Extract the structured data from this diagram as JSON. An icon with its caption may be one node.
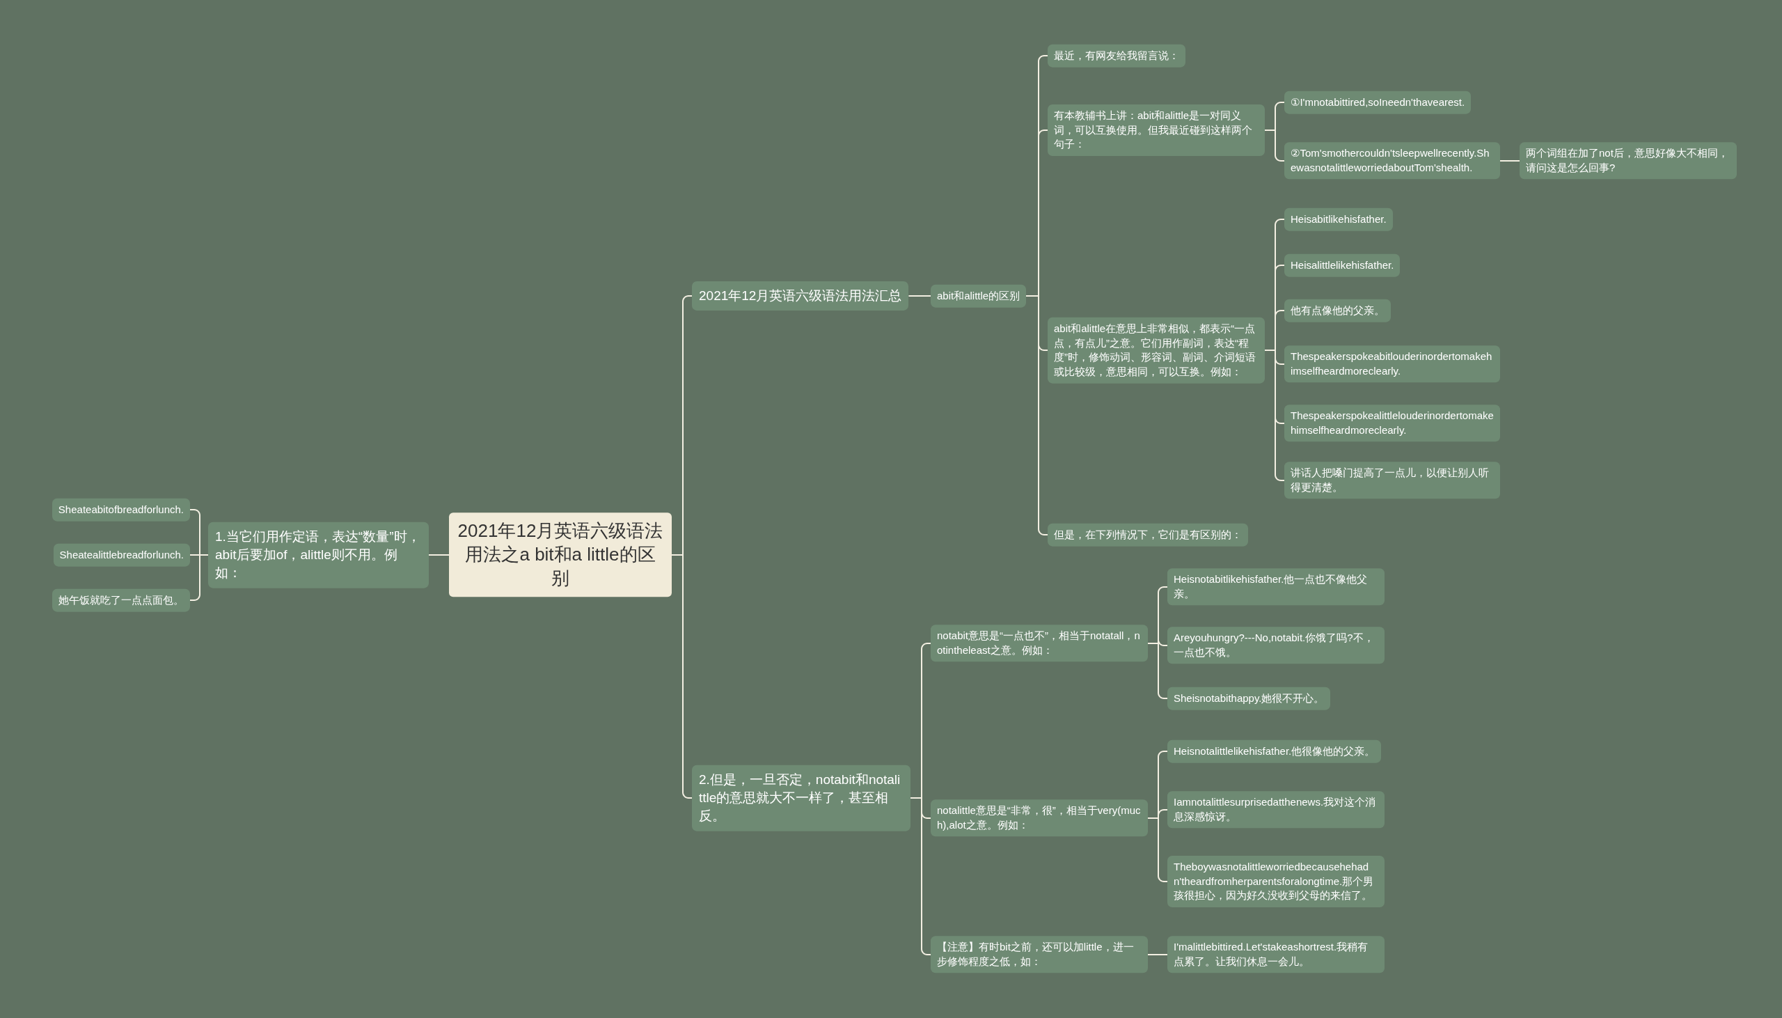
{
  "diagram": {
    "nodes": [
      {
        "text": [
          "2021年12月英语六级语法用法之a bit和a little的区别"
        ]
      },
      {
        "text": [
          "1.当它们用作定语，表达“数量”时，abit后要加of，alittle则不用。例如："
        ]
      },
      {
        "text": [
          "Sheateabitofbreadforlunch."
        ]
      },
      {
        "text": [
          "Sheatealittlebreadforlunch."
        ]
      },
      {
        "text": [
          "她午饭就吃了一点点面包。"
        ]
      },
      {
        "text": [
          "2021年12月英语六级语法用法汇总"
        ]
      },
      {
        "text": [
          "abit和alittle的区别"
        ]
      },
      {
        "text": [
          "最近，有网友给我留言说："
        ]
      },
      {
        "text": [
          "有本教辅书上讲：abit和alittle是一对同义词，可以互换使用。但我最近碰到这样两个句子："
        ]
      },
      {
        "text": [
          "①I'mnotabittired,soIneedn'thavearest."
        ]
      },
      {
        "text": [
          "②Tom'smothercouldn'tsleepwellrecently.ShewasnotalittleworriedaboutTom'shealth."
        ]
      },
      {
        "text": [
          "两个词组在加了not后，意思好像大不相同，请问这是怎么回事?"
        ]
      },
      {
        "text": [
          "abit和alittle在意思上非常相似，都表示“一点点，有点儿”之意。它们用作副词，表达“程度”时，修饰动词、形容词、副词、介词短语或比较级，意思相同，可以互换。例如："
        ]
      },
      {
        "text": [
          "Heisabitlikehisfather."
        ]
      },
      {
        "text": [
          "Heisalittlelikehisfather."
        ]
      },
      {
        "text": [
          "他有点像他的父亲。"
        ]
      },
      {
        "text": [
          "Thespeakerspokeabitlouderinordertomakehimselfheardmoreclearly."
        ]
      },
      {
        "text": [
          "Thespeakerspokealittlelouderinordertomakehimselfheardmoreclearly."
        ]
      },
      {
        "text": [
          "讲话人把嗓门提高了一点儿，以便让别人听得更清楚。"
        ]
      },
      {
        "text": [
          "但是，在下列情况下，它们是有区别的："
        ]
      },
      {
        "text": [
          "2.但是，一旦否定，notabit和notalittle的意思就大不一样了，甚至相反。"
        ]
      },
      {
        "text": [
          "notabit意思是“一点也不”，相当于notatall，notintheleast之意。例如："
        ]
      },
      {
        "text": [
          "Heisnotabitlikehisfather.他一点也不像他父亲。"
        ]
      },
      {
        "text": [
          "Areyouhungry?---No,notabit.你饿了吗?不，一点也不饿。"
        ]
      },
      {
        "text": [
          "Sheisnotabithappy.她很不开心。"
        ]
      },
      {
        "text": [
          "notalittle意思是“非常，很”，相当于very(much),alot之意。例如："
        ]
      },
      {
        "text": [
          "Heisnotalittlelikehisfather.他很像他的父亲。"
        ]
      },
      {
        "text": [
          "Iamnotalittlesurprisedatthenews.我对这个消息深感惊讶。"
        ]
      },
      {
        "text": [
          "Theboywasnotalittleworriedbecausehehadn'theardfromherparentsforalongtime.那个男孩很担心，因为好久没收到父母的来信了。"
        ]
      },
      {
        "text": [
          "【注意】有时bit之前，还可以加little，进一步修饰程度之低，如："
        ]
      },
      {
        "text": [
          "I'malittlebittired.Let'stakeashortrest.我稍有点累了。让我们休息一会儿。"
        ]
      }
    ],
    "edges": [
      {
        "from": 0,
        "to": 1,
        "arrow": "none"
      },
      {
        "from": 1,
        "to": 2,
        "arrow": "none"
      },
      {
        "from": 1,
        "to": 3,
        "arrow": "none"
      },
      {
        "from": 1,
        "to": 4,
        "arrow": "none"
      },
      {
        "from": 0,
        "to": 5,
        "arrow": "none"
      },
      {
        "from": 5,
        "to": 6,
        "arrow": "none"
      },
      {
        "from": 6,
        "to": 7,
        "arrow": "none"
      },
      {
        "from": 6,
        "to": 8,
        "arrow": "none"
      },
      {
        "from": 8,
        "to": 9,
        "arrow": "none"
      },
      {
        "from": 8,
        "to": 10,
        "arrow": "none"
      },
      {
        "from": 10,
        "to": 11,
        "arrow": "none"
      },
      {
        "from": 6,
        "to": 12,
        "arrow": "none"
      },
      {
        "from": 12,
        "to": 13,
        "arrow": "none"
      },
      {
        "from": 12,
        "to": 14,
        "arrow": "none"
      },
      {
        "from": 12,
        "to": 15,
        "arrow": "none"
      },
      {
        "from": 12,
        "to": 16,
        "arrow": "none"
      },
      {
        "from": 12,
        "to": 17,
        "arrow": "none"
      },
      {
        "from": 12,
        "to": 18,
        "arrow": "none"
      },
      {
        "from": 6,
        "to": 19,
        "arrow": "none"
      },
      {
        "from": 0,
        "to": 20,
        "arrow": "none"
      },
      {
        "from": 20,
        "to": 21,
        "arrow": "none"
      },
      {
        "from": 21,
        "to": 22,
        "arrow": "none"
      },
      {
        "from": 21,
        "to": 23,
        "arrow": "none"
      },
      {
        "from": 21,
        "to": 24,
        "arrow": "none"
      },
      {
        "from": 20,
        "to": 25,
        "arrow": "none"
      },
      {
        "from": 25,
        "to": 26,
        "arrow": "none"
      },
      {
        "from": 25,
        "to": 27,
        "arrow": "none"
      },
      {
        "from": 25,
        "to": 28,
        "arrow": "none"
      },
      {
        "from": 20,
        "to": 29,
        "arrow": "none"
      },
      {
        "from": 29,
        "to": 30,
        "arrow": "none"
      }
    ]
  }
}
